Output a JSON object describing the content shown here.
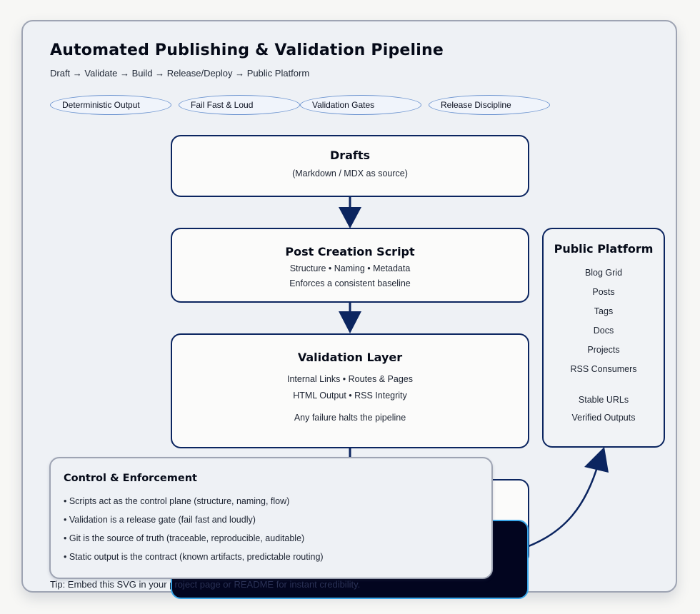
{
  "header": {
    "title": "Automated Publishing & Validation Pipeline",
    "subtitle": "Draft → Validate → Build → Release/Deploy → Public Platform"
  },
  "principles": [
    "Deterministic Output",
    "Fail Fast & Loud",
    "Validation Gates",
    "Release Discipline"
  ],
  "pipeline": {
    "drafts": {
      "title": "Drafts",
      "lines": [
        "(Markdown / MDX as source)"
      ]
    },
    "post_creation": {
      "title": "Post Creation Script",
      "lines": [
        "Structure • Naming • Metadata",
        "Enforces a consistent baseline"
      ]
    },
    "validation": {
      "title": "Validation Layer",
      "lines": [
        "Internal Links • Routes & Pages",
        "HTML Output • RSS Integrity",
        "Any failure halts the pipeline"
      ]
    }
  },
  "public_platform": {
    "title": "Public Platform",
    "items": [
      "Blog Grid",
      "Posts",
      "Tags",
      "Docs",
      "Projects",
      "RSS Consumers"
    ],
    "guarantees": [
      "Stable URLs",
      "Verified Outputs"
    ]
  },
  "control": {
    "title": "Control & Enforcement",
    "bullets": [
      "• Scripts act as the control plane (structure, naming, flow)",
      "• Validation is a release gate (fail fast and loudly)",
      "• Git is the source of truth (traceable, reproducible, auditable)",
      "• Static output is the contract (known artifacts, predictable routing)"
    ]
  },
  "tip": "Tip: Embed this SVG in your project page or README for instant credibility.",
  "colors": {
    "node_border": "#0b2560",
    "pill_border": "#6b93cf",
    "dark_block": "#02051f",
    "dark_block_border": "#3aa6e8"
  }
}
